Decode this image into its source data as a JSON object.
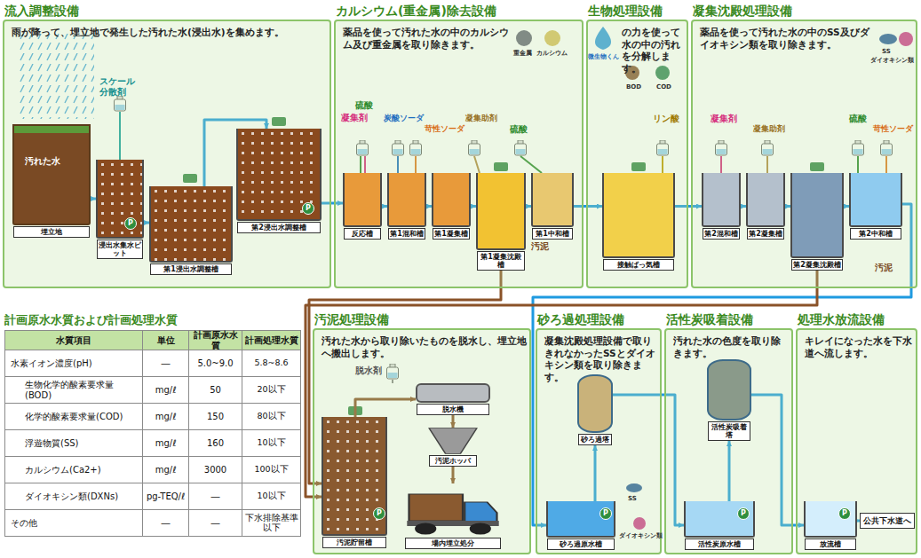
{
  "diagram": {
    "nodes": [
      {
        "text": [
          "流入調整設備",
          "雨が降って、埋立地で発生した汚れた水(浸出水)を集めます。"
        ]
      },
      {
        "text": [
          "埋立地"
        ],
        "in": 0
      },
      {
        "text": [
          "浸出水集水ピット"
        ],
        "in": 0
      },
      {
        "text": [
          "第1浸出水調整槽"
        ],
        "in": 0
      },
      {
        "text": [
          "第2浸出水調整槽"
        ],
        "in": 0
      },
      {
        "text": [
          "カルシウム(重金属)除去設備",
          "薬品を使って汚れた水の中のカルシウム及び重金属を取り除きます。"
        ]
      },
      {
        "text": [
          "反応槽"
        ],
        "in": 5
      },
      {
        "text": [
          "第1混和槽"
        ],
        "in": 5
      },
      {
        "text": [
          "第1凝集槽"
        ],
        "in": 5
      },
      {
        "text": [
          "第1凝集沈殿槽"
        ],
        "in": 5
      },
      {
        "text": [
          "第1中和槽"
        ],
        "in": 5
      },
      {
        "text": [
          "生物処理設備",
          "の力を使って水の中の汚れを分解します。"
        ]
      },
      {
        "text": [
          "接触ばっ気槽"
        ],
        "in": 11
      },
      {
        "text": [
          "凝集沈殿処理設備",
          "薬品を使って汚れた水の中のSS及びダイオキシン類を取り除きます。"
        ]
      },
      {
        "text": [
          "第2混和槽"
        ],
        "in": 13
      },
      {
        "text": [
          "第2凝集槽"
        ],
        "in": 13
      },
      {
        "text": [
          "第2凝集沈殿槽"
        ],
        "in": 13
      },
      {
        "text": [
          "第2中和槽"
        ],
        "in": 13
      },
      {
        "text": [
          "汚泥処理設備",
          "汚れた水から取り除いたものを脱水し、埋立地へ搬出します。"
        ]
      },
      {
        "text": [
          "汚泥貯留槽"
        ],
        "in": 18
      },
      {
        "text": [
          "脱水機"
        ],
        "in": 18
      },
      {
        "text": [
          "汚泥ホッパ"
        ],
        "in": 18
      },
      {
        "text": [
          "場内埋立処分"
        ],
        "in": 18
      },
      {
        "text": [
          "砂ろ過処理設備",
          "凝集沈殿処理設備で取りきれなかったSSとダイオキシン類を取り除きます。"
        ]
      },
      {
        "text": [
          "砂ろ過塔"
        ],
        "in": 23
      },
      {
        "text": [
          "砂ろ過原水槽"
        ],
        "in": 23
      },
      {
        "text": [
          "活性炭吸着設備",
          "汚れた水の色度を取り除きます。"
        ]
      },
      {
        "text": [
          "活性炭吸着塔"
        ],
        "in": 26
      },
      {
        "text": [
          "活性炭原水槽"
        ],
        "in": 26
      },
      {
        "text": [
          "処理水放流設備",
          "キレイになった水を下水道へ流します。"
        ]
      },
      {
        "text": [
          "放流槽"
        ],
        "in": 29
      },
      {
        "text": [
          "公共下水道へ"
        ],
        "in": 29
      }
    ],
    "edges": [
      {
        "from": 1,
        "to": 2,
        "arrow": "to"
      },
      {
        "from": 2,
        "to": 3,
        "arrow": "to"
      },
      {
        "from": 3,
        "to": 4,
        "arrow": "to"
      },
      {
        "from": 4,
        "to": 6,
        "arrow": "to"
      },
      {
        "from": 6,
        "to": 7,
        "arrow": "to"
      },
      {
        "from": 7,
        "to": 8,
        "arrow": "to"
      },
      {
        "from": 8,
        "to": 9,
        "arrow": "to"
      },
      {
        "from": 9,
        "to": 10,
        "arrow": "to"
      },
      {
        "from": 10,
        "to": 12,
        "arrow": "to"
      },
      {
        "from": 12,
        "to": 14,
        "arrow": "to"
      },
      {
        "from": 14,
        "to": 15,
        "arrow": "to"
      },
      {
        "from": 15,
        "to": 16,
        "arrow": "to"
      },
      {
        "from": 16,
        "to": 17,
        "arrow": "to"
      },
      {
        "from": 17,
        "to": 25,
        "arrow": "to"
      },
      {
        "from": 25,
        "to": 24,
        "arrow": "to"
      },
      {
        "from": 24,
        "to": 28,
        "arrow": "to"
      },
      {
        "from": 28,
        "to": 27,
        "arrow": "to"
      },
      {
        "from": 27,
        "to": 30,
        "arrow": "to"
      },
      {
        "from": 30,
        "to": 31,
        "arrow": "to"
      },
      {
        "from": 9,
        "to": 19,
        "arrow": "to"
      },
      {
        "from": 16,
        "to": 19,
        "arrow": "to"
      },
      {
        "from": 19,
        "to": 20,
        "arrow": "to"
      },
      {
        "from": 20,
        "to": 21,
        "arrow": "to"
      },
      {
        "from": 21,
        "to": 22,
        "arrow": "to"
      }
    ],
    "labels": [
      "スケール分散剤",
      "汚れた水",
      "硫酸",
      "凝集剤",
      "炭酸ソーダ",
      "苛性ソーダ",
      "凝集助剤",
      "硫酸",
      "重金属",
      "カルシウム",
      "微生物くん",
      "BOD",
      "COD",
      "リン酸",
      "凝集剤",
      "凝集助剤",
      "硫酸",
      "苛性ソーダ",
      "SS",
      "ダイオキシン類",
      "汚泥",
      "汚泥",
      "脱水剤",
      "SS",
      "ダイオキシン類",
      "計画原水水質および計画処理水質",
      "水質項目",
      "単位",
      "計画原水水質",
      "計画処理水質",
      "水素イオン濃度(pH)",
      "―",
      "5.0~9.0",
      "5.8~8.6",
      "生物化学的酸素要求量(BOD)",
      "mg/ℓ",
      "50",
      "20以下",
      "化学的酸素要求量(COD)",
      "mg/ℓ",
      "150",
      "80以下",
      "浮遊物質(SS)",
      "mg/ℓ",
      "160",
      "10以下",
      "カルシウム(Ca2+)",
      "mg/ℓ",
      "3000",
      "100以下",
      "ダイオキシン類(DXNs)",
      "pg-TEQ/ℓ",
      "―",
      "10以下",
      "その他",
      "―",
      "―",
      "下水排除基準以下",
      "P",
      "P",
      "P",
      "P",
      "P",
      "P"
    ]
  }
}
